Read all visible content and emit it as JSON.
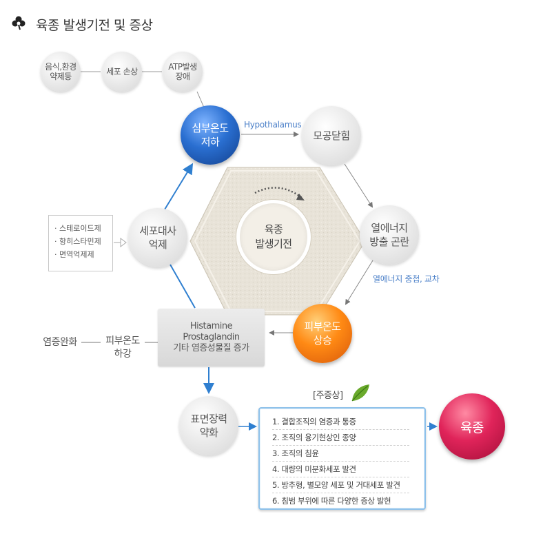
{
  "title": "육종 발생기전 및 증상",
  "top_chain": [
    {
      "lines": [
        "음식,환경",
        "약제등"
      ]
    },
    {
      "lines": [
        "세포 손상"
      ]
    },
    {
      "lines": [
        "ATP발생",
        "장애"
      ]
    }
  ],
  "cycle": {
    "core_temp_drop": [
      "심부온도",
      "저하"
    ],
    "hypothalamus_label": "Hypothalamus",
    "piloerection": [
      "모공닫힘"
    ],
    "heat_release": [
      "열에너지",
      "방출 곤란"
    ],
    "heat_overlap_label": "열에너지 중첩, 교차",
    "skin_temp_rise": [
      "피부온도",
      "상승"
    ],
    "metabolism_suppress": [
      "세포대사",
      "억제"
    ],
    "center": [
      "육종",
      "발생기전"
    ]
  },
  "drug_list": [
    "· 스테로이드제",
    "· 항히스타민제",
    "· 면역억제제"
  ],
  "histamine_box": [
    "Histamine",
    "Prostaglandin",
    "기타 염증성물질 증가"
  ],
  "skin_temp_fall": [
    "피부온도",
    "하강"
  ],
  "inflammation_relief": "염증완화",
  "surface_tension": [
    "표면장력",
    "약화"
  ],
  "main_symptoms": {
    "title": "[주증상]",
    "items": [
      "1. 결합조직의 염증과 통증",
      "2. 조직의 융기현상인 종양",
      "3. 조직의 침윤",
      "4. 대량의 미분화세포 발견",
      "5. 방추형, 별모양 세포 및 거대세포 발견",
      "6. 침범 부위에 따른 다양한 증상 발현"
    ]
  },
  "result": "육종",
  "colors": {
    "blue": "#2a6fd1",
    "orange": "#ff8a14",
    "red": "#e0245a",
    "label_blue": "#4a7fc8",
    "arrow_blue": "#2f7fd0"
  }
}
